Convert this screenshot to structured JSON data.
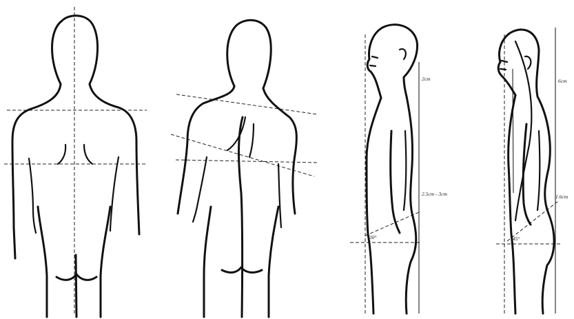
{
  "figures": [
    {
      "id": "back-normal"
    },
    {
      "id": "back-asymmetric"
    },
    {
      "id": "side-normal"
    },
    {
      "id": "side-kyphotic"
    }
  ],
  "annotations": {
    "side_normal_neck_gap": "2cm",
    "side_normal_lumbar_gap": "2.5cm - 3cm",
    "side_normal_pelvic_angle": "30°",
    "side_kyphotic_neck_gap": "6cm",
    "side_kyphotic_lumbar_gap": "1.6cm",
    "side_kyphotic_pelvic_angle": "45°"
  },
  "colors": {
    "ink": "#111111",
    "background": "#ffffff"
  }
}
